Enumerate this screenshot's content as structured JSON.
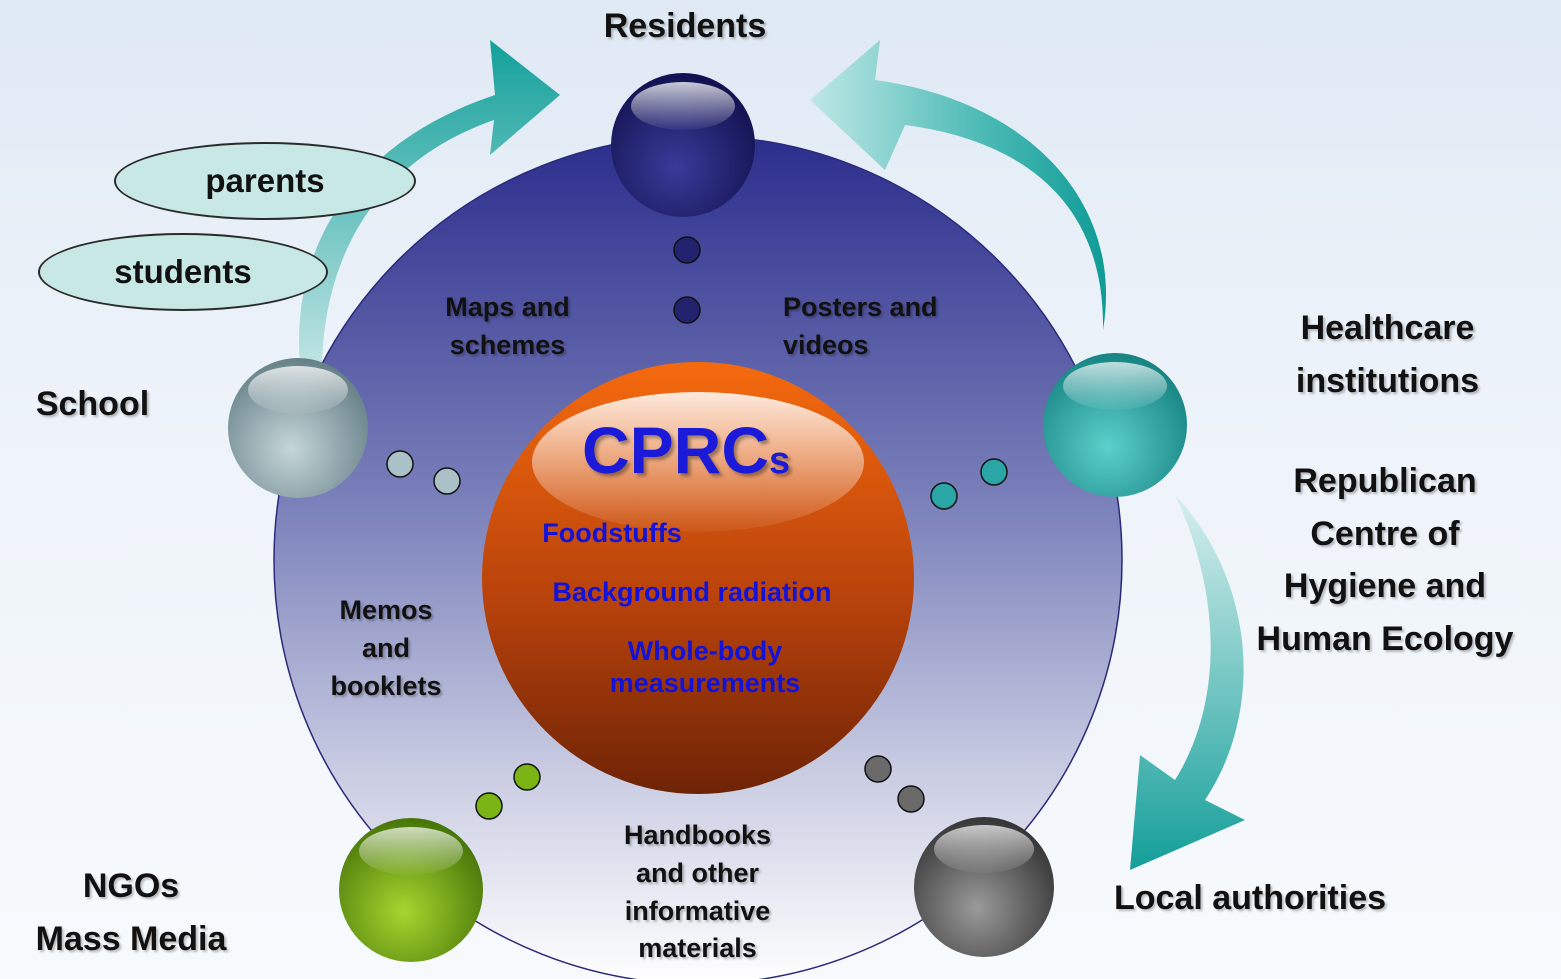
{
  "nodes": {
    "residents": "Residents",
    "school": "School",
    "healthcare": "Healthcare\ninstitutions",
    "republican": "Republican\nCentre of\nHygiene and\nHuman Ecology",
    "ngos": "NGOs\nMass Media",
    "local": "Local authorities"
  },
  "audience": {
    "parents": "parents",
    "students": "students"
  },
  "materials": {
    "maps": "Maps and\nschemes",
    "posters": "Posters and\nvideos",
    "memos": "Memos\nand\nbooklets",
    "handbooks": "Handbooks\nand other\ninformative\nmaterials"
  },
  "center": {
    "title": "CPRC",
    "title_sub": "s",
    "items": [
      "Foodstuffs",
      "Background radiation",
      "Whole-body\nmeasurements"
    ]
  },
  "colors": {
    "residents_sphere": "#2a2a7a",
    "school_sphere": "#7e9aa3",
    "healthcare_sphere": "#2aa6a6",
    "ngos_sphere": "#6a9e0f",
    "local_sphere": "#5a5a5a",
    "center_sphere": "#e0530a",
    "arrow": "#17a09a",
    "text_blue": "#1212d8"
  }
}
